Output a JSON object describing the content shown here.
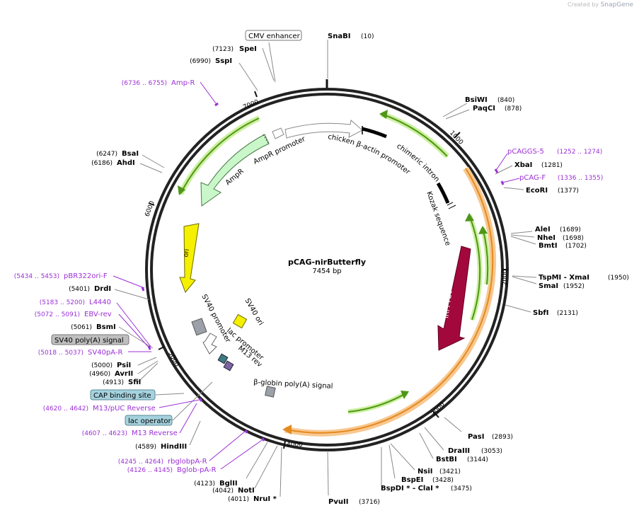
{
  "watermark": {
    "prefix": "Created by",
    "brand": "SnapGene"
  },
  "plasmid": {
    "name": "pCAG-nirButterfly",
    "length_label": "7454 bp",
    "length": 7454
  },
  "ticks": [
    "1000",
    "2000",
    "3000",
    "4000",
    "5000",
    "6000",
    "7000"
  ],
  "sites_right": [
    {
      "name": "SnaBI",
      "pos": "(10)"
    },
    {
      "name": "BsiWI",
      "pos": "(840)"
    },
    {
      "name": "PaqCI",
      "pos": "(878)"
    },
    {
      "name": "XbaI",
      "pos": "(1281)"
    },
    {
      "name": "EcoRI",
      "pos": "(1377)"
    },
    {
      "name": "AleI",
      "pos": "(1689)"
    },
    {
      "name": "NheI",
      "pos": "(1698)"
    },
    {
      "name": "BmtI",
      "pos": "(1702)"
    },
    {
      "name": "TspMI - XmaI",
      "pos": "(1950)"
    },
    {
      "name": "SmaI",
      "pos": "(1952)"
    },
    {
      "name": "SbfI",
      "pos": "(2131)"
    },
    {
      "name": "PasI",
      "pos": "(2893)"
    },
    {
      "name": "DraIII",
      "pos": "(3053)"
    },
    {
      "name": "BstBI",
      "pos": "(3144)"
    },
    {
      "name": "NsiI",
      "pos": "(3421)"
    },
    {
      "name": "BspEI",
      "pos": "(3428)"
    },
    {
      "name": "BspDI * - ClaI *",
      "pos": "(3475)"
    },
    {
      "name": "PvuII",
      "pos": "(3716)"
    }
  ],
  "sites_left": [
    {
      "name": "SpeI",
      "pos": "(7123)"
    },
    {
      "name": "SspI",
      "pos": "(6990)"
    },
    {
      "name": "BsaI",
      "pos": "(6247)"
    },
    {
      "name": "AhdI",
      "pos": "(6186)"
    },
    {
      "name": "DrdI",
      "pos": "(5401)"
    },
    {
      "name": "BsmI",
      "pos": "(5061)"
    },
    {
      "name": "PsiI",
      "pos": "(5000)"
    },
    {
      "name": "AvrII",
      "pos": "(4960)"
    },
    {
      "name": "SfiI",
      "pos": "(4913)"
    },
    {
      "name": "HindIII",
      "pos": "(4589)"
    },
    {
      "name": "BglII",
      "pos": "(4123)"
    },
    {
      "name": "NotI",
      "pos": "(4042)"
    },
    {
      "name": "NruI *",
      "pos": "(4011)"
    }
  ],
  "primers": [
    {
      "name": "Amp-R",
      "pos": "(6736 .. 6755)"
    },
    {
      "name": "pCAGGS-5",
      "pos": "(1252 .. 1274)"
    },
    {
      "name": "pCAG-F",
      "pos": "(1336 .. 1355)"
    },
    {
      "name": "pBR322ori-F",
      "pos": "(5434 .. 5453)"
    },
    {
      "name": "L4440",
      "pos": "(5183 .. 5200)"
    },
    {
      "name": "EBV-rev",
      "pos": "(5072 .. 5091)"
    },
    {
      "name": "SV40pA-R",
      "pos": "(5018 .. 5037)"
    },
    {
      "name": "M13/pUC Reverse",
      "pos": "(4620 .. 4642)"
    },
    {
      "name": "M13 Reverse",
      "pos": "(4607 .. 4623)"
    },
    {
      "name": "rbglobpA-R",
      "pos": "(4245 .. 4264)"
    },
    {
      "name": "Bglob-pA-R",
      "pos": "(4126 .. 4145)"
    }
  ],
  "boxed_labels": {
    "cmv": "CMV enhancer",
    "sv40pa": "SV40 poly(A) signal",
    "cap": "CAP binding site",
    "lacop": "lac operator"
  },
  "features": {
    "chicken": "chicken β-actin promoter",
    "chimeric": "chimeric intron",
    "kozak": "Kozak sequence",
    "irfp": "iRFP720",
    "ori": "ori",
    "ampr": "AmpR",
    "amprp": "AmpR promoter",
    "sv40prom": "SV40 promoter",
    "sv40ori": "SV40 ori",
    "lacprom": "lac promoter",
    "m13rev": "M13 rev",
    "bglob": "β-globin poly(A) signal"
  },
  "colors": {
    "primer": "#9b30d6",
    "green": "#5aa21c",
    "orange": "#f0a43c",
    "irfp": "#a3083d",
    "ori": "#f5f000",
    "ampr": "#c9f7c9",
    "box": "#a5d2de"
  }
}
